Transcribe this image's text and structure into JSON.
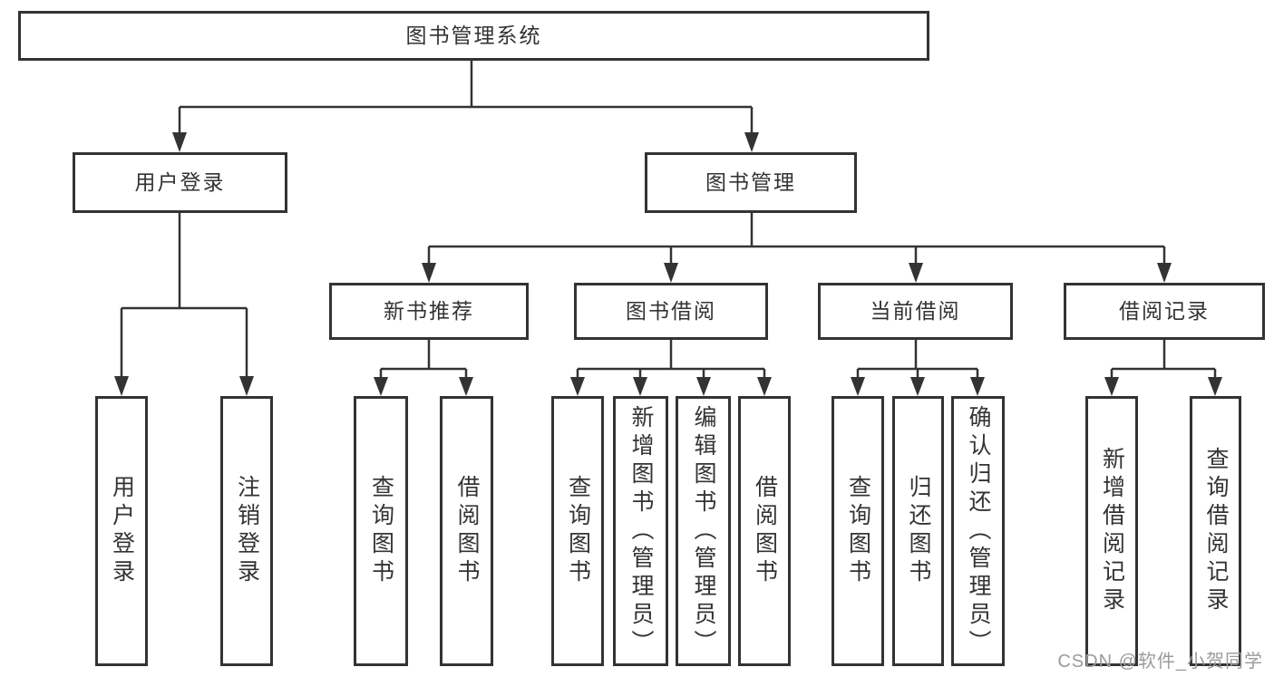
{
  "diagram_type": "functional-structure-tree",
  "colors": {
    "line": "#333333",
    "box_border": "#333333",
    "text": "#333333",
    "background": "#ffffff",
    "watermark": "#9b9b9b"
  },
  "watermark": {
    "text": "CSDN @软件_小贺同学"
  },
  "nodes": {
    "root": {
      "label": "图书管理系统"
    },
    "user_login": {
      "label": "用户登录",
      "parent": "root"
    },
    "book_mgmt": {
      "label": "图书管理",
      "parent": "root"
    },
    "new_book_rec": {
      "label": "新书推荐",
      "parent": "book_mgmt"
    },
    "book_borrow": {
      "label": "图书借阅",
      "parent": "book_mgmt"
    },
    "current_borrow": {
      "label": "当前借阅",
      "parent": "book_mgmt"
    },
    "borrow_records": {
      "label": "借阅记录",
      "parent": "book_mgmt"
    },
    "leaf_user_login": {
      "label": "用户登录",
      "parent": "user_login"
    },
    "leaf_logout": {
      "label": "注销登录",
      "parent": "user_login"
    },
    "leaf_query_book_new": {
      "label": "查询图书",
      "parent": "new_book_rec"
    },
    "leaf_borrow_book_new": {
      "label": "借阅图书",
      "parent": "new_book_rec"
    },
    "leaf_query_book_borrow": {
      "label": "查询图书",
      "parent": "book_borrow"
    },
    "leaf_add_book": {
      "label": "新增图书（管理员）",
      "parent": "book_borrow"
    },
    "leaf_edit_book": {
      "label": "编辑图书（管理员）",
      "parent": "book_borrow"
    },
    "leaf_borrow_book_borrow": {
      "label": "借阅图书",
      "parent": "book_borrow"
    },
    "leaf_query_book_current": {
      "label": "查询图书",
      "parent": "current_borrow"
    },
    "leaf_return_book": {
      "label": "归还图书",
      "parent": "current_borrow"
    },
    "leaf_confirm_return": {
      "label": "确认归还（管理员）",
      "parent": "current_borrow"
    },
    "leaf_add_borrow_record": {
      "label": "新增借阅记录",
      "parent": "borrow_records"
    },
    "leaf_query_borrow_record": {
      "label": "查询借阅记录",
      "parent": "borrow_records"
    }
  }
}
